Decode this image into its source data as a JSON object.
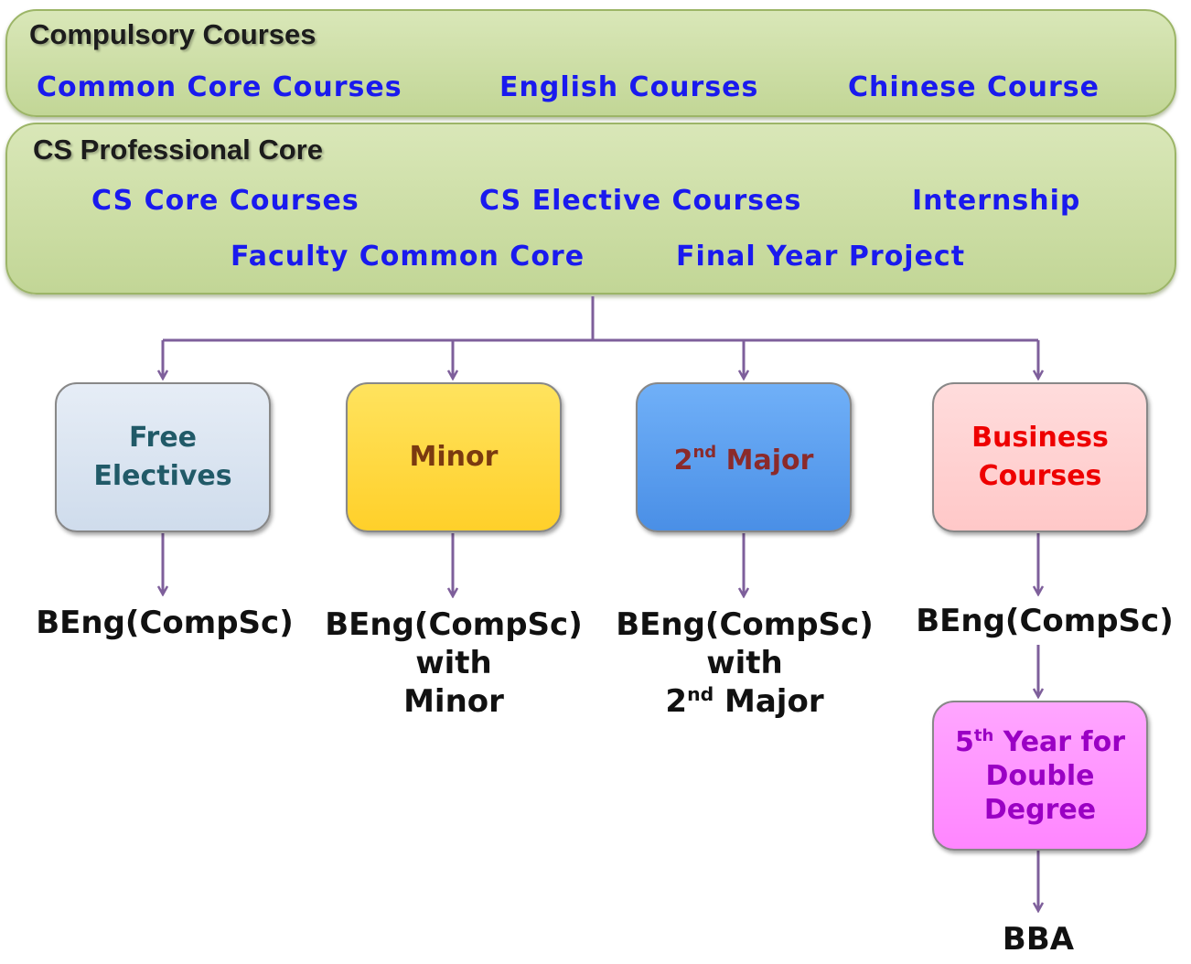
{
  "compulsory": {
    "title": "Compulsory Courses",
    "items": [
      "Common Core Courses",
      "English Courses",
      "Chinese Course"
    ]
  },
  "professional": {
    "title": "CS Professional Core",
    "items": [
      "CS Core Courses",
      "CS Elective Courses",
      "Internship",
      "Faculty Common Core",
      "Final Year Project"
    ]
  },
  "options": {
    "free_electives": {
      "line1": "Free",
      "line2": "Electives"
    },
    "minor": {
      "label": "Minor"
    },
    "second_major": {
      "num": "2",
      "sup": "nd",
      "rest": " Major"
    },
    "business": {
      "line1": "Business",
      "line2": "Courses"
    }
  },
  "degrees": {
    "free": "BEng(CompSc)",
    "minor": {
      "line1": "BEng(CompSc)",
      "line2": "with",
      "line3": "Minor"
    },
    "major": {
      "line1": "BEng(CompSc)",
      "line2": "with",
      "num": "2",
      "sup": "nd",
      "rest": " Major"
    },
    "business": "BEng(CompSc)"
  },
  "fifth_year": {
    "num": "5",
    "sup": "th",
    "rest": " Year for",
    "line2": "Double",
    "line3": "Degree"
  },
  "final_degree": "BBA",
  "colors": {
    "panel_fill": "#c9dba2",
    "panel_border": "#9cb567",
    "item_text": "#1a1aee",
    "connector": "#7e5f9b",
    "free_fill": "#dce6f1",
    "free_text": "#215a68",
    "minor_fill": "#ffd940",
    "minor_text": "#7a3a10",
    "major_fill": "#5aa0f0",
    "major_text": "#8b2a2a",
    "business_fill": "#ffd2d2",
    "business_text": "#ee0000",
    "fifth_fill": "#ff90ff",
    "fifth_text": "#9a00c4"
  }
}
